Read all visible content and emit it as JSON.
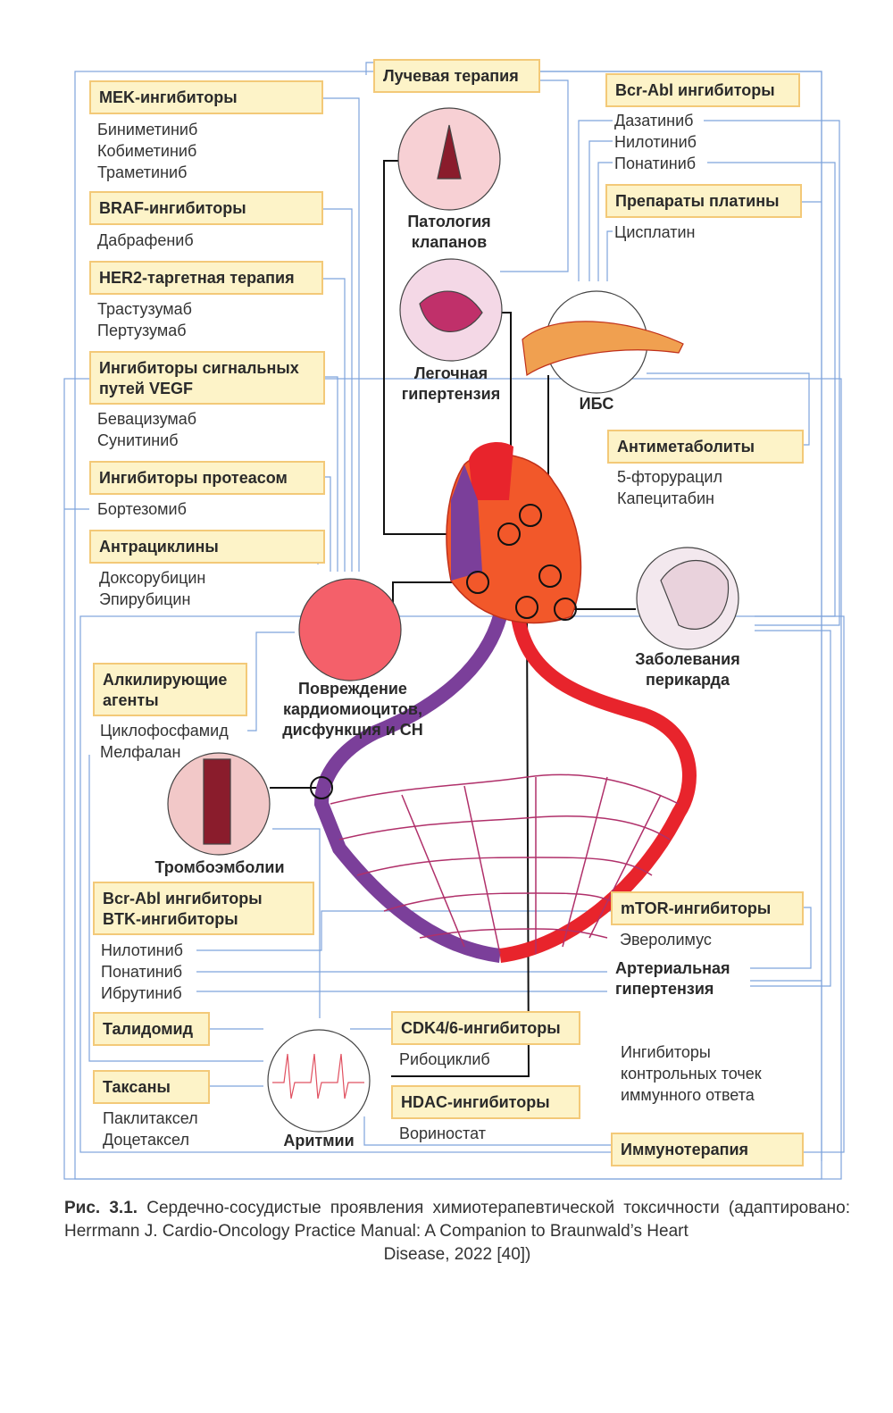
{
  "drug_classes": {
    "mek": {
      "title": "MEK-ингибиторы",
      "drugs": [
        "Биниметиниб",
        "Кобиметиниб",
        "Траметиниб"
      ]
    },
    "braf": {
      "title": "BRAF-ингибиторы",
      "drugs": [
        "Дабрафениб"
      ]
    },
    "her2": {
      "title": "HER2-таргетная терапия",
      "drugs": [
        "Трастузумаб",
        "Пертузумаб"
      ]
    },
    "vegf": {
      "title": "Ингибиторы сигнальных путей VEGF",
      "drugs": [
        "Бевацизумаб",
        "Сунитиниб"
      ]
    },
    "proteasome": {
      "title": "Ингибиторы протеасом",
      "drugs": [
        "Бортезомиб"
      ]
    },
    "anthracyclines": {
      "title": "Антрациклины",
      "drugs": [
        "Доксорубицин",
        "Эпирубицин"
      ]
    },
    "alkylating": {
      "title": "Алкилирующие агенты",
      "drugs": [
        "Циклофосфамид",
        "Мелфалан"
      ]
    },
    "bcr_btk": {
      "title": "Bcr-Abl ингибиторы BTK-ингибиторы",
      "drugs": [
        "Нилотиниб",
        "Понатиниб",
        "Ибрутиниб"
      ]
    },
    "thalidomide": {
      "title": "Талидомид"
    },
    "taxanes": {
      "title": "Таксаны",
      "drugs": [
        "Паклитаксел",
        "Доцетаксел"
      ]
    },
    "radiation": {
      "title": "Лучевая терапия"
    },
    "bcr_abl": {
      "title": "Bcr-Abl ингибиторы",
      "drugs": [
        "Дазатиниб",
        "Нилотиниб",
        "Понатиниб"
      ]
    },
    "platinum": {
      "title": "Препараты платины",
      "drugs": [
        "Цисплатин"
      ]
    },
    "antimetabolites": {
      "title": "Антиметаболиты",
      "drugs": [
        "5-фторурацил",
        "Капецитабин"
      ]
    },
    "mtor": {
      "title": "mTOR-ингибиторы",
      "drugs": [
        "Эверолимус"
      ]
    },
    "cdk": {
      "title": "CDK4/6-ингибиторы",
      "drugs": [
        "Рибоциклиб"
      ]
    },
    "hdac": {
      "title": "HDAC-ингибиторы",
      "drugs": [
        "Вориностат"
      ]
    },
    "immunotherapy": {
      "title": "Иммунотерапия",
      "note": "Ингибиторы контрольных точек иммунного ответа"
    }
  },
  "conditions": {
    "valve": "Патология клапанов",
    "pulmonary": "Легочная гипертензия",
    "ihd": "ИБС",
    "pericardium": "Заболевания перикарда",
    "cardiomyocyte": "Повреждение кардиомиоцитов, дисфункция и СН",
    "thrombo": "Тромбоэмболии",
    "arrhythmia": "Аритмии",
    "hypertension": "Артериальная гипертензия"
  },
  "caption": {
    "label": "Рис. 3.1.",
    "text": "Сердечно-сосудистые проявления химиотерапевтической токсичности (адаптировано: Herrmann J. Cardio-Oncology Practice Manual: A Companion to Braunwald’s Heart",
    "text_end": "Disease, 2022 [40])"
  },
  "colors": {
    "box_fill": "#fdf3c8",
    "box_border": "#f3c978",
    "connector": "#6f9ad6",
    "artery": "#e8242c",
    "vein": "#7b3f9a"
  }
}
